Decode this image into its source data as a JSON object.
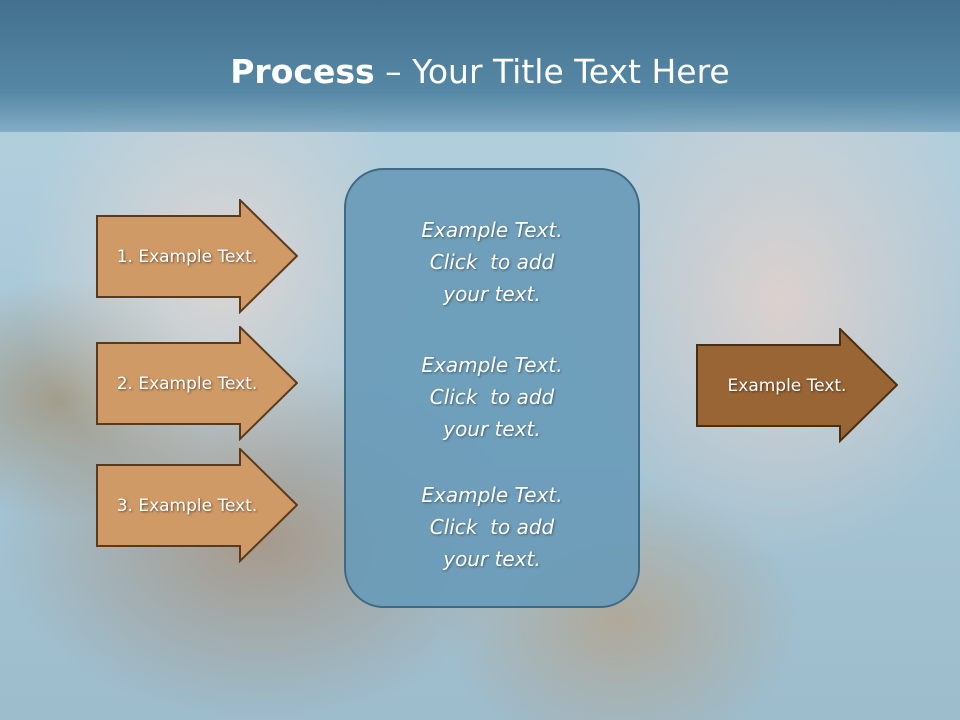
{
  "title": {
    "bold": "Process",
    "rest": " – Your Title Text Here"
  },
  "left_arrows": [
    {
      "label": "1. Example Text."
    },
    {
      "label": "2. Example Text."
    },
    {
      "label": "3. Example Text."
    }
  ],
  "center_box": {
    "items": [
      {
        "line1": "Example Text.",
        "line2": "Click  to add",
        "line3": "your text."
      },
      {
        "line1": "Example Text.",
        "line2": "Click  to add",
        "line3": "your text."
      },
      {
        "line1": "Example Text.",
        "line2": "Click  to add",
        "line3": "your text."
      }
    ]
  },
  "right_arrow": {
    "label": "Example Text."
  },
  "colors": {
    "left_arrow_fill": "#d09a66",
    "right_arrow_fill": "#9a6535",
    "arrow_border": "#5a3a1a",
    "box_fill": "#6f9fbc",
    "box_border": "#3e6a84"
  }
}
